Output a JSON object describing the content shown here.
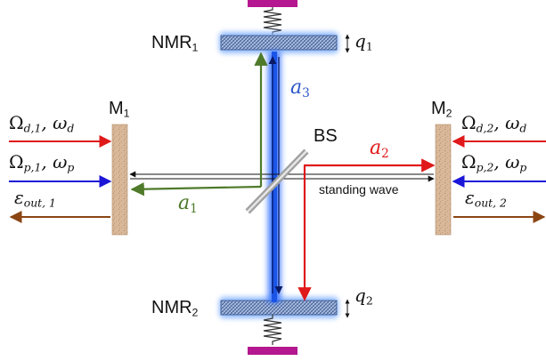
{
  "components": {
    "nmr1": {
      "name": "NMR",
      "sub": "1"
    },
    "nmr2": {
      "name": "NMR",
      "sub": "2"
    },
    "m1": {
      "name": "M",
      "sub": "1"
    },
    "m2": {
      "name": "M",
      "sub": "2"
    },
    "bs": "BS"
  },
  "displacements": {
    "q1": {
      "sym": "q",
      "sub": "1"
    },
    "q2": {
      "sym": "q",
      "sub": "2"
    }
  },
  "modes": {
    "a1": {
      "sym": "a",
      "sub": "1",
      "color": "#4e7a2a"
    },
    "a2": {
      "sym": "a",
      "sub": "2",
      "color": "#e0191a"
    },
    "a3": {
      "sym": "a",
      "sub": "3",
      "color": "#2b57c8"
    }
  },
  "drives": {
    "left": {
      "drive": {
        "text": "Ω",
        "sub": "d,1",
        "tail": ", ω",
        "tail_sub": "d",
        "color": "#e0191a"
      },
      "probe": {
        "text": "Ω",
        "sub": "p,1",
        "tail": ", ω",
        "tail_sub": "p",
        "color": "#1c16d8"
      },
      "output": {
        "text": "ε",
        "sub": "out, 1",
        "color": "#8b4513"
      }
    },
    "right": {
      "drive": {
        "text": "Ω",
        "sub": "d,2",
        "tail": ", ω",
        "tail_sub": "d",
        "color": "#e0191a"
      },
      "probe": {
        "text": "Ω",
        "sub": "p,2",
        "tail": ", ω",
        "tail_sub": "p",
        "color": "#1c16d8"
      },
      "output": {
        "text": "ε",
        "sub": "out, 2",
        "color": "#8b4513"
      }
    }
  },
  "standing_wave": "standing wave",
  "colors": {
    "membrane": "#9ab0d8",
    "membrane_glow": "#7fb0ff",
    "mirror": "#d9b89a",
    "anchor": "#b4178f",
    "beam_glow": "#2e6dff"
  }
}
